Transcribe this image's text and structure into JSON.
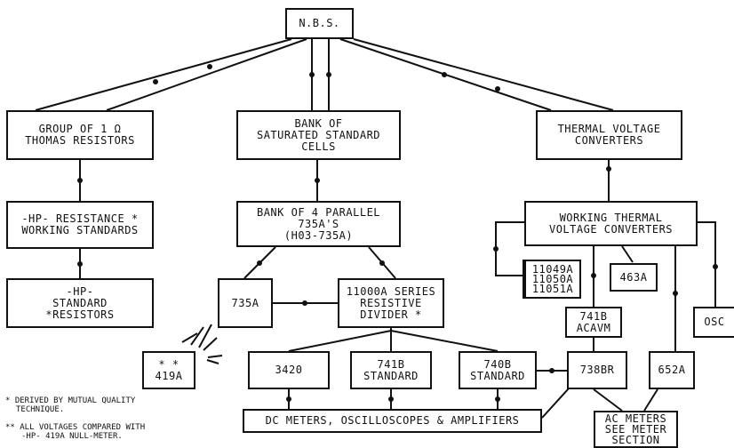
{
  "nodes": {
    "nbs": "N.B.S.",
    "thomas": [
      "GROUP  OF  1 Ω",
      "THOMAS RESISTORS"
    ],
    "cells": [
      "BANK OF",
      "SATURATED STANDARD",
      "CELLS"
    ],
    "tvc": [
      "THERMAL VOLTAGE",
      "CONVERTERS"
    ],
    "hp_resistance": [
      "-HP- RESISTANCE *",
      "WORKING STANDARDS"
    ],
    "bank735": [
      "BANK OF 4 PARALLEL",
      "735A's",
      "(H03-735A)"
    ],
    "working_tvc": [
      "WORKING  THERMAL",
      "VOLTAGE  CONVERTERS"
    ],
    "hp_resistors": [
      "-HP-",
      "STANDARD",
      "*RESISTORS"
    ],
    "m735a": "735A",
    "divider": [
      "11000A SERIES",
      "RESISTIVE",
      "DIVIDER *"
    ],
    "m1049": [
      "11049A",
      "11050A",
      "11051A"
    ],
    "m463a": "463A",
    "m419a": [
      "* *",
      "419A"
    ],
    "m741b_acavm": [
      "741B",
      "ACAVM"
    ],
    "osc": "OSC",
    "m3420": "3420",
    "m741b_std": [
      "741B",
      "STANDARD"
    ],
    "m740b_std": [
      "740B",
      "STANDARD"
    ],
    "m738br": "738BR",
    "m652a": "652A",
    "dc_meters": "DC METERS, OSCILLOSCOPES & AMPLIFIERS",
    "ac_meters": [
      "AC METERS",
      "SEE METER",
      "SECTION"
    ]
  },
  "notes": {
    "note1": [
      "* DERIVED BY MUTUAL QUALITY",
      "TECHNIQUE."
    ],
    "note2": [
      "** ALL VOLTAGES COMPARED WITH",
      "-HP- 419A  NULL-METER."
    ]
  }
}
